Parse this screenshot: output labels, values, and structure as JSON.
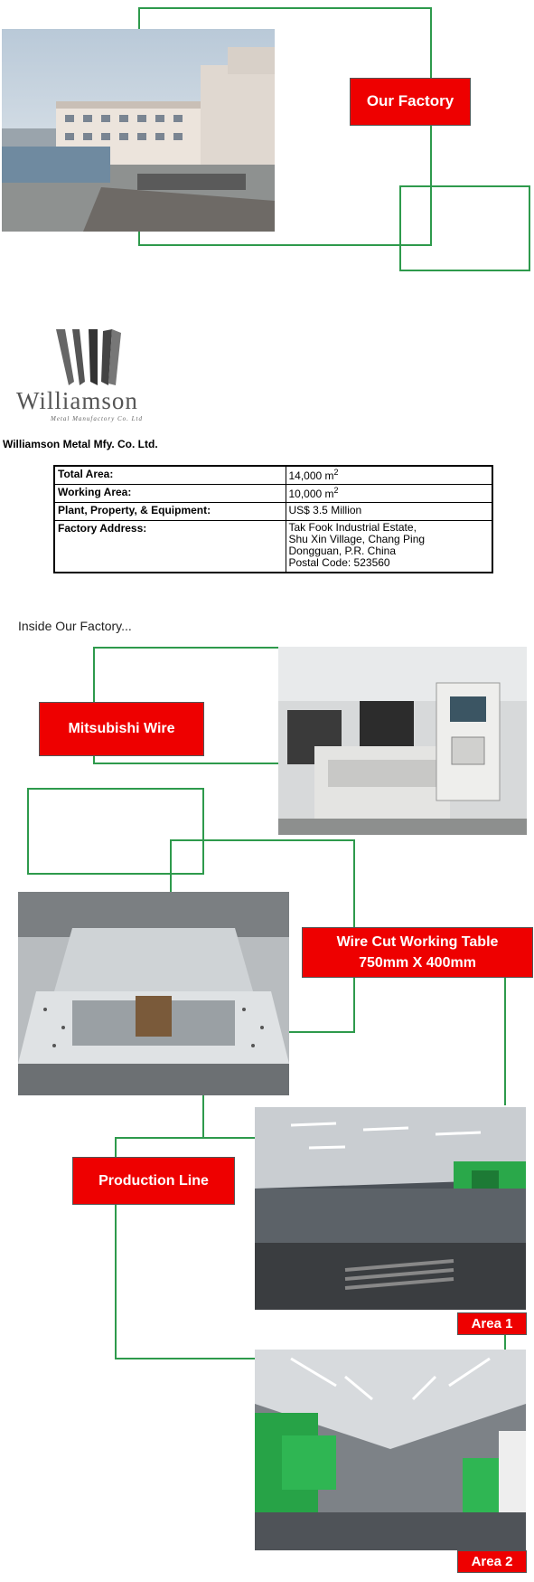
{
  "labels": {
    "our_factory": "Our Factory",
    "mitsubishi": "Mitsubishi Wire",
    "wire_cut_line1": "Wire Cut Working Table",
    "wire_cut_line2": "750mm X 400mm",
    "production_line": "Production Line",
    "area1": "Area 1",
    "area2": "Area 2"
  },
  "logo": {
    "name": "Williamson",
    "subtitle": "Metal Manufactory Co. Ltd"
  },
  "company_name": "Williamson Metal Mfy. Co. Ltd.",
  "facts": {
    "total_area_label": "Total Area:",
    "total_area_value": "14,000 m",
    "total_area_unit_exp": "2",
    "working_area_label": "Working Area:",
    "working_area_value": "10,000 m",
    "working_area_unit_exp": "2",
    "ppe_label": "Plant, Property, & Equipment:",
    "ppe_value": "US$ 3.5 Million",
    "address_label": "Factory Address:",
    "address_line1": "Tak Fook Industrial Estate,",
    "address_line2": "Shu Xin Village, Chang Ping",
    "address_line3": "Dongguan, P.R. China",
    "address_line4": "Postal Code: 523560"
  },
  "inside_caption": "Inside Our Factory...",
  "colors": {
    "accent_red": "#ee0000",
    "connector_green": "#2e9a4c"
  }
}
